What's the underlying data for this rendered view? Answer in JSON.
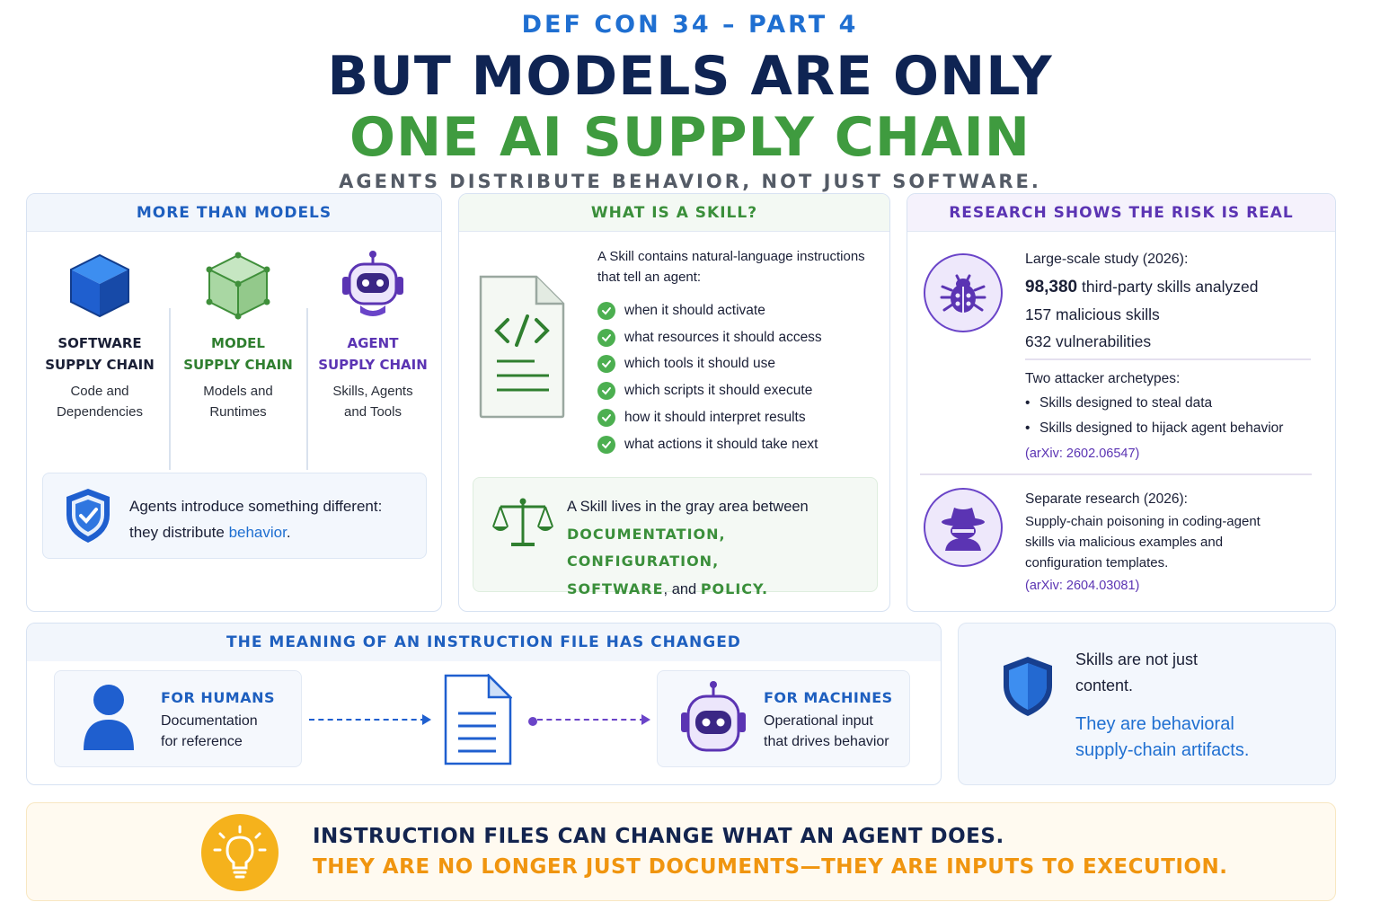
{
  "header": {
    "kicker": "DEF CON 34 – PART 4",
    "title_line1": "BUT MODELS ARE ONLY",
    "title_line2": "ONE AI SUPPLY CHAIN",
    "subtitle": "AGENTS DISTRIBUTE BEHAVIOR, NOT JUST SOFTWARE."
  },
  "more_than_models": {
    "heading": "MORE THAN MODELS",
    "chains": [
      {
        "name_line1": "SOFTWARE",
        "name_line2": "SUPPLY CHAIN",
        "desc_line1": "Code and",
        "desc_line2": "Dependencies",
        "icon": "cube-icon"
      },
      {
        "name_line1": "MODEL",
        "name_line2": "SUPPLY CHAIN",
        "desc_line1": "Models and",
        "desc_line2": "Runtimes",
        "icon": "wireframe-cube-icon"
      },
      {
        "name_line1": "AGENT",
        "name_line2": "SUPPLY CHAIN",
        "desc_line1": "Skills, Agents",
        "desc_line2": "and Tools",
        "icon": "robot-icon"
      }
    ],
    "callout": {
      "line1": "Agents introduce something different:",
      "line2_prefix": "they distribute ",
      "line2_highlight": "behavior",
      "line2_suffix": "."
    }
  },
  "what_is_skill": {
    "heading": "WHAT IS A SKILL?",
    "intro_line1": "A Skill contains natural-language instructions",
    "intro_line2": "that tell an agent:",
    "items": [
      "when it should activate",
      "what resources it should access",
      "which tools it should use",
      "which scripts it should execute",
      "how it should interpret results",
      "what actions it should take next"
    ],
    "callout": {
      "line1": "A Skill lives in the gray area between",
      "term1": "DOCUMENTATION",
      "sep1": ", ",
      "term2": "CONFIGURATION",
      "sep2": ",",
      "term3": "SOFTWARE",
      "sep3": ", and ",
      "term4": "POLICY",
      "end": "."
    }
  },
  "research": {
    "heading": "RESEARCH SHOWS THE RISK IS REAL",
    "study1": {
      "label": "Large-scale study (2026):",
      "count": "98,380",
      "count_label": "third-party skills analyzed",
      "stat2": "157 malicious skills",
      "stat3": "632 vulnerabilities",
      "archetypes_label": "Two attacker archetypes:",
      "archetypes": [
        "Skills designed to steal data",
        "Skills designed to hijack agent behavior"
      ],
      "citation": "(arXiv: 2602.06547)"
    },
    "study2": {
      "label": "Separate research (2026):",
      "line1": "Supply-chain poisoning in coding-agent",
      "line2": "skills via malicious examples and",
      "line3": "configuration templates.",
      "citation": "(arXiv: 2604.03081)"
    }
  },
  "meaning": {
    "heading": "THE MEANING OF AN INSTRUCTION FILE HAS CHANGED",
    "humans": {
      "label": "FOR HUMANS",
      "line1": "Documentation",
      "line2": "for reference"
    },
    "machines": {
      "label": "FOR MACHINES",
      "line1": "Operational input",
      "line2": "that drives behavior"
    }
  },
  "artifacts": {
    "line1": "Skills are not just",
    "line2": "content.",
    "line3": "They are behavioral",
    "line4": "supply-chain artifacts."
  },
  "banner": {
    "line1": "INSTRUCTION FILES CAN CHANGE WHAT AN AGENT DOES.",
    "line2": "THEY ARE NO LONGER JUST DOCUMENTS—THEY ARE INPUTS TO EXECUTION."
  },
  "colors": {
    "navy": "#0f2453",
    "blue": "#1f6fd1",
    "green": "#3f9b3f",
    "purple": "#5b34b3",
    "orange": "#f0950f"
  }
}
